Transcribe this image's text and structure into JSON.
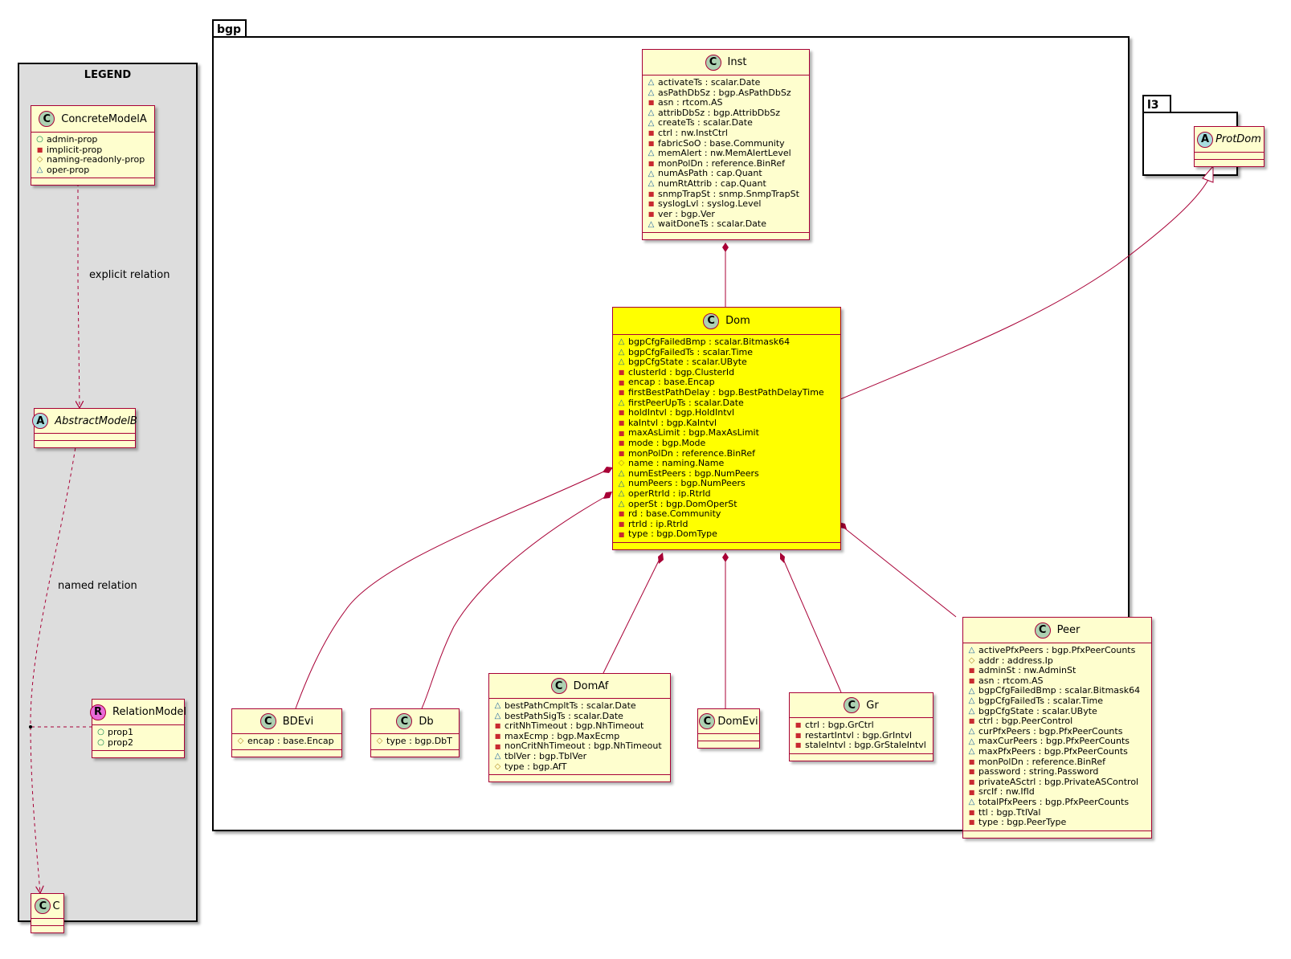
{
  "legend": {
    "title": "LEGEND",
    "explicit_relation_label": "explicit relation",
    "named_relation_label": "named relation",
    "classes": [
      {
        "id": "ConcreteModelA",
        "name": "ConcreteModelA",
        "kind": "C",
        "attrs": [
          {
            "vis": "+",
            "text": "admin-prop"
          },
          {
            "vis": "-",
            "text": "implicit-prop"
          },
          {
            "vis": "#",
            "text": "naming-readonly-prop"
          },
          {
            "vis": "~",
            "text": "oper-prop"
          }
        ]
      },
      {
        "id": "AbstractModelB",
        "name": "AbstractModelB",
        "kind": "A",
        "attrs": []
      },
      {
        "id": "RelationModel",
        "name": "RelationModel",
        "kind": "R",
        "attrs": [
          {
            "vis": "+",
            "text": "prop1"
          },
          {
            "vis": "+",
            "text": "prop2"
          }
        ]
      },
      {
        "id": "C",
        "name": "C",
        "kind": "C",
        "attrs": []
      }
    ]
  },
  "packages": {
    "bgp": "bgp",
    "l3": "l3"
  },
  "classes": [
    {
      "id": "Inst",
      "name": "Inst",
      "kind": "C",
      "attrs": [
        {
          "vis": "~",
          "text": "activateTs : scalar.Date"
        },
        {
          "vis": "~",
          "text": "asPathDbSz : bgp.AsPathDbSz"
        },
        {
          "vis": "-",
          "text": "asn : rtcom.AS"
        },
        {
          "vis": "~",
          "text": "attribDbSz : bgp.AttribDbSz"
        },
        {
          "vis": "~",
          "text": "createTs : scalar.Date"
        },
        {
          "vis": "-",
          "text": "ctrl : nw.InstCtrl"
        },
        {
          "vis": "-",
          "text": "fabricSoO : base.Community"
        },
        {
          "vis": "~",
          "text": "memAlert : nw.MemAlertLevel"
        },
        {
          "vis": "-",
          "text": "monPolDn : reference.BinRef"
        },
        {
          "vis": "~",
          "text": "numAsPath : cap.Quant"
        },
        {
          "vis": "~",
          "text": "numRtAttrib : cap.Quant"
        },
        {
          "vis": "-",
          "text": "snmpTrapSt : snmp.SnmpTrapSt"
        },
        {
          "vis": "-",
          "text": "syslogLvl : syslog.Level"
        },
        {
          "vis": "-",
          "text": "ver : bgp.Ver"
        },
        {
          "vis": "~",
          "text": "waitDoneTs : scalar.Date"
        }
      ]
    },
    {
      "id": "Dom",
      "name": "Dom",
      "kind": "C",
      "highlight": true,
      "attrs": [
        {
          "vis": "~",
          "text": "bgpCfgFailedBmp : scalar.Bitmask64"
        },
        {
          "vis": "~",
          "text": "bgpCfgFailedTs : scalar.Time"
        },
        {
          "vis": "~",
          "text": "bgpCfgState : scalar.UByte"
        },
        {
          "vis": "-",
          "text": "clusterId : bgp.ClusterId"
        },
        {
          "vis": "-",
          "text": "encap : base.Encap"
        },
        {
          "vis": "-",
          "text": "firstBestPathDelay : bgp.BestPathDelayTime"
        },
        {
          "vis": "~",
          "text": "firstPeerUpTs : scalar.Date"
        },
        {
          "vis": "-",
          "text": "holdIntvl : bgp.HoldIntvl"
        },
        {
          "vis": "-",
          "text": "kaIntvl : bgp.KaIntvl"
        },
        {
          "vis": "-",
          "text": "maxAsLimit : bgp.MaxAsLimit"
        },
        {
          "vis": "-",
          "text": "mode : bgp.Mode"
        },
        {
          "vis": "-",
          "text": "monPolDn : reference.BinRef"
        },
        {
          "vis": "#",
          "text": "name : naming.Name"
        },
        {
          "vis": "~",
          "text": "numEstPeers : bgp.NumPeers"
        },
        {
          "vis": "~",
          "text": "numPeers : bgp.NumPeers"
        },
        {
          "vis": "~",
          "text": "operRtrId : ip.RtrId"
        },
        {
          "vis": "~",
          "text": "operSt : bgp.DomOperSt"
        },
        {
          "vis": "-",
          "text": "rd : base.Community"
        },
        {
          "vis": "-",
          "text": "rtrId : ip.RtrId"
        },
        {
          "vis": "-",
          "text": "type : bgp.DomType"
        }
      ]
    },
    {
      "id": "ProtDom",
      "name": "ProtDom",
      "kind": "A",
      "attrs": []
    },
    {
      "id": "BDEvi",
      "name": "BDEvi",
      "kind": "C",
      "attrs": [
        {
          "vis": "#",
          "text": "encap : base.Encap"
        }
      ]
    },
    {
      "id": "Db",
      "name": "Db",
      "kind": "C",
      "attrs": [
        {
          "vis": "#",
          "text": "type : bgp.DbT"
        }
      ]
    },
    {
      "id": "DomAf",
      "name": "DomAf",
      "kind": "C",
      "attrs": [
        {
          "vis": "~",
          "text": "bestPathCmpltTs : scalar.Date"
        },
        {
          "vis": "~",
          "text": "bestPathSigTs : scalar.Date"
        },
        {
          "vis": "-",
          "text": "critNhTimeout : bgp.NhTimeout"
        },
        {
          "vis": "-",
          "text": "maxEcmp : bgp.MaxEcmp"
        },
        {
          "vis": "-",
          "text": "nonCritNhTimeout : bgp.NhTimeout"
        },
        {
          "vis": "~",
          "text": "tblVer : bgp.TblVer"
        },
        {
          "vis": "#",
          "text": "type : bgp.AfT"
        }
      ]
    },
    {
      "id": "DomEvi",
      "name": "DomEvi",
      "kind": "C",
      "attrs": []
    },
    {
      "id": "Gr",
      "name": "Gr",
      "kind": "C",
      "attrs": [
        {
          "vis": "-",
          "text": "ctrl : bgp.GrCtrl"
        },
        {
          "vis": "-",
          "text": "restartIntvl : bgp.GrIntvl"
        },
        {
          "vis": "-",
          "text": "staleIntvl : bgp.GrStaleIntvl"
        }
      ]
    },
    {
      "id": "Peer",
      "name": "Peer",
      "kind": "C",
      "attrs": [
        {
          "vis": "~",
          "text": "activePfxPeers : bgp.PfxPeerCounts"
        },
        {
          "vis": "#",
          "text": "addr : address.Ip"
        },
        {
          "vis": "-",
          "text": "adminSt : nw.AdminSt"
        },
        {
          "vis": "-",
          "text": "asn : rtcom.AS"
        },
        {
          "vis": "~",
          "text": "bgpCfgFailedBmp : scalar.Bitmask64"
        },
        {
          "vis": "~",
          "text": "bgpCfgFailedTs : scalar.Time"
        },
        {
          "vis": "~",
          "text": "bgpCfgState : scalar.UByte"
        },
        {
          "vis": "-",
          "text": "ctrl : bgp.PeerControl"
        },
        {
          "vis": "~",
          "text": "curPfxPeers : bgp.PfxPeerCounts"
        },
        {
          "vis": "~",
          "text": "maxCurPeers : bgp.PfxPeerCounts"
        },
        {
          "vis": "~",
          "text": "maxPfxPeers : bgp.PfxPeerCounts"
        },
        {
          "vis": "-",
          "text": "monPolDn : reference.BinRef"
        },
        {
          "vis": "-",
          "text": "password : string.Password"
        },
        {
          "vis": "-",
          "text": "privateASctrl : bgp.PrivateASControl"
        },
        {
          "vis": "-",
          "text": "srcIf : nw.IfId"
        },
        {
          "vis": "~",
          "text": "totalPfxPeers : bgp.PfxPeerCounts"
        },
        {
          "vis": "-",
          "text": "ttl : bgp.TtlVal"
        },
        {
          "vis": "-",
          "text": "type : bgp.PeerType"
        }
      ]
    }
  ],
  "relations": [
    {
      "from": "Inst",
      "to": "Dom",
      "type": "composition"
    },
    {
      "from": "Dom",
      "to": "BDEvi",
      "type": "composition"
    },
    {
      "from": "Dom",
      "to": "Db",
      "type": "composition"
    },
    {
      "from": "Dom",
      "to": "DomAf",
      "type": "composition"
    },
    {
      "from": "Dom",
      "to": "DomEvi",
      "type": "composition"
    },
    {
      "from": "Dom",
      "to": "Gr",
      "type": "composition"
    },
    {
      "from": "Dom",
      "to": "Peer",
      "type": "composition"
    },
    {
      "from": "Dom",
      "to": "ProtDom",
      "type": "inheritance"
    },
    {
      "from": "ConcreteModelA",
      "to": "AbstractModelB",
      "type": "dependency"
    },
    {
      "from": "AbstractModelB",
      "to": "C",
      "type": "dependency"
    },
    {
      "from": "RelationModel",
      "to": "named-relation",
      "type": "association-class"
    }
  ],
  "colors": {
    "class_fill": "#fefece",
    "class_border": "#a80036",
    "highlight_fill": "#ffff00",
    "legend_fill": "#dddddd",
    "class_circle": "#add1b2",
    "abstract_circle": "#a9dcdf",
    "relation_circle": "#e86ad8"
  }
}
